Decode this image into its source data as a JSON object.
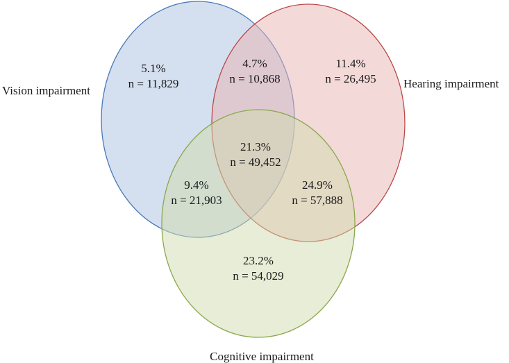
{
  "sets": [
    {
      "id": "vision",
      "label": "Vision impairment",
      "fill": "#a9bfe0",
      "stroke": "#4a78b8"
    },
    {
      "id": "hearing",
      "label": "Hearing impairment",
      "fill": "#eab3b3",
      "stroke": "#b84a48"
    },
    {
      "id": "cognitive",
      "label": "Cognitive impairment",
      "fill": "#cfdcae",
      "stroke": "#8aa84e"
    }
  ],
  "regions": {
    "vision_only": {
      "pct": "5.1%",
      "n": "n = 11,829"
    },
    "vision_hearing": {
      "pct": "4.7%",
      "n": "n = 10,868"
    },
    "hearing_only": {
      "pct": "11.4%",
      "n": "n = 26,495"
    },
    "all_three": {
      "pct": "21.3%",
      "n": "n = 49,452"
    },
    "vision_cognitive": {
      "pct": "9.4%",
      "n": "n = 21,903"
    },
    "hearing_cognitive": {
      "pct": "24.9%",
      "n": "n = 57,888"
    },
    "cognitive_only": {
      "pct": "23.2%",
      "n": "n = 54,029"
    }
  }
}
